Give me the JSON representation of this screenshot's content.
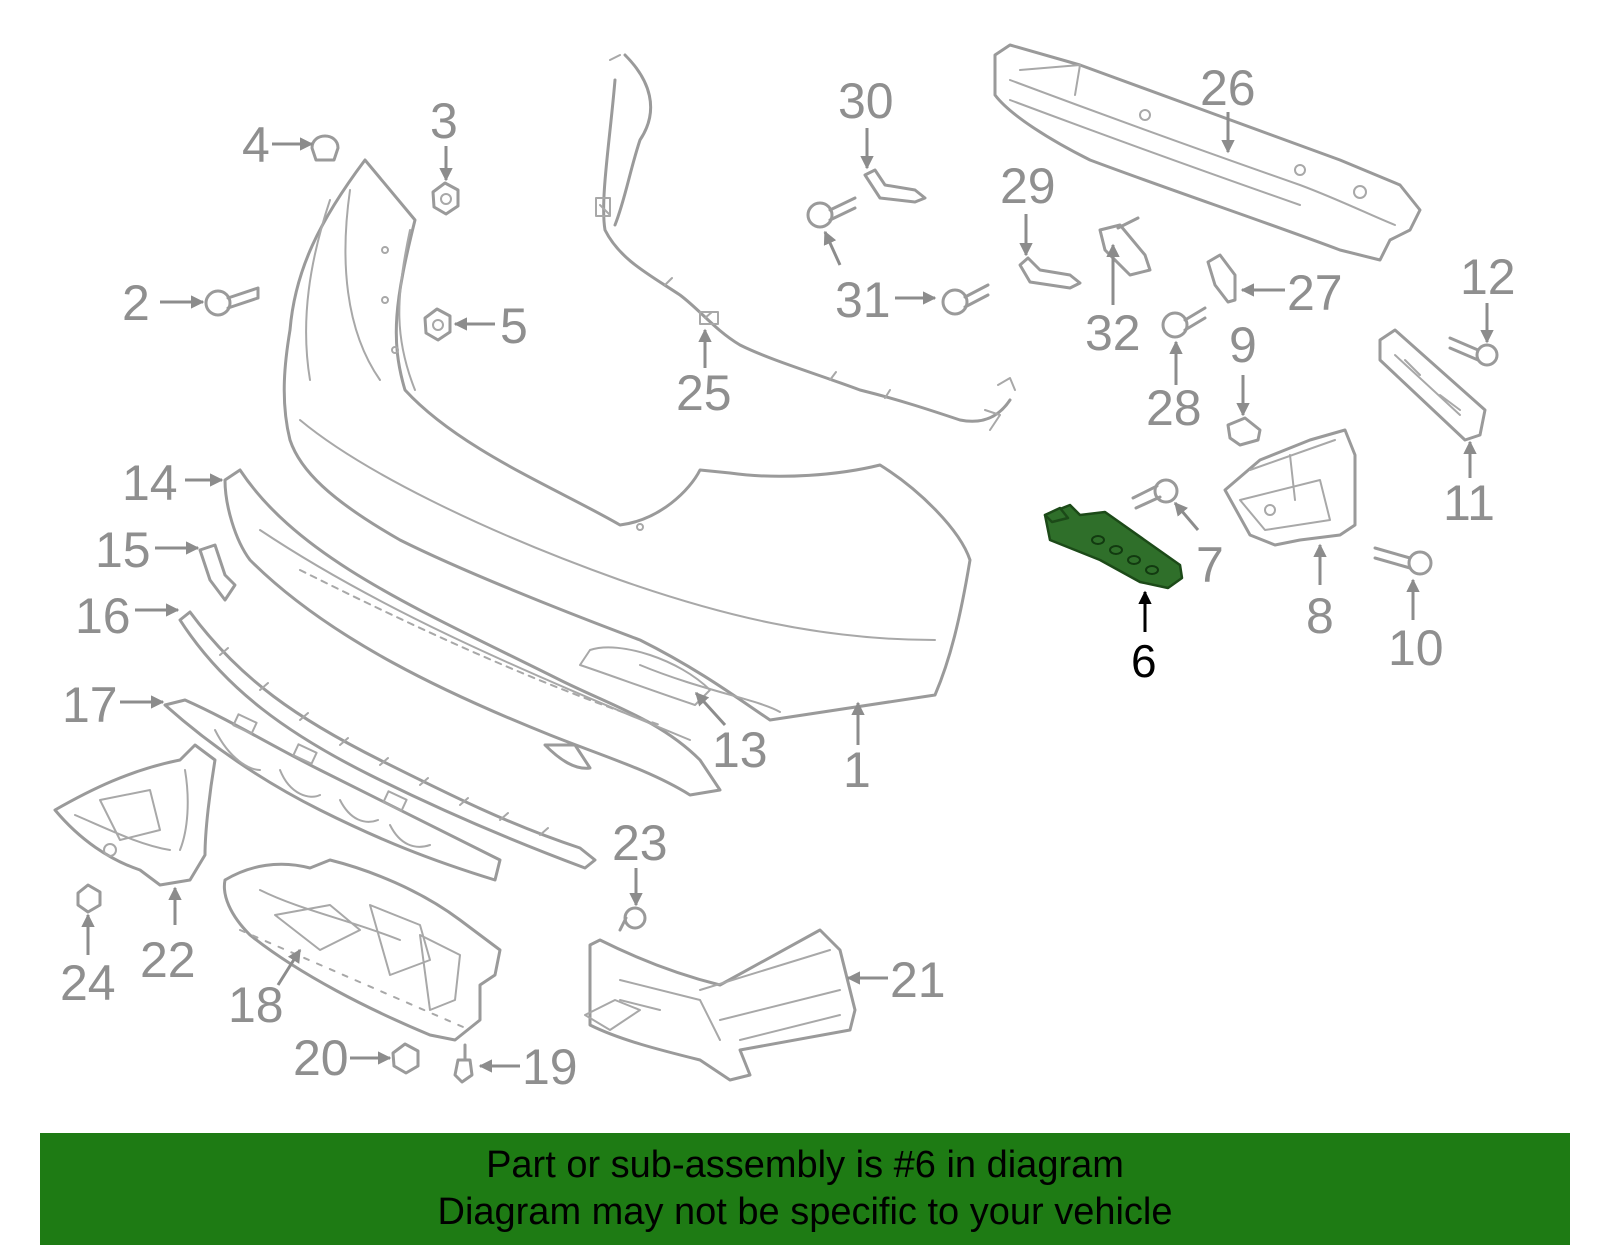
{
  "highlight": {
    "part_number": "6",
    "color": "#2f6f2a"
  },
  "callouts": [
    "1",
    "2",
    "3",
    "4",
    "5",
    "6",
    "7",
    "8",
    "9",
    "10",
    "11",
    "12",
    "13",
    "14",
    "15",
    "16",
    "17",
    "18",
    "19",
    "20",
    "21",
    "22",
    "23",
    "24",
    "25",
    "26",
    "27",
    "28",
    "29",
    "30",
    "31",
    "32"
  ],
  "banner": {
    "line1": "Part or sub-assembly is #6 in diagram",
    "line2": "Diagram may not be specific to your vehicle",
    "background": "#1e7b14"
  }
}
